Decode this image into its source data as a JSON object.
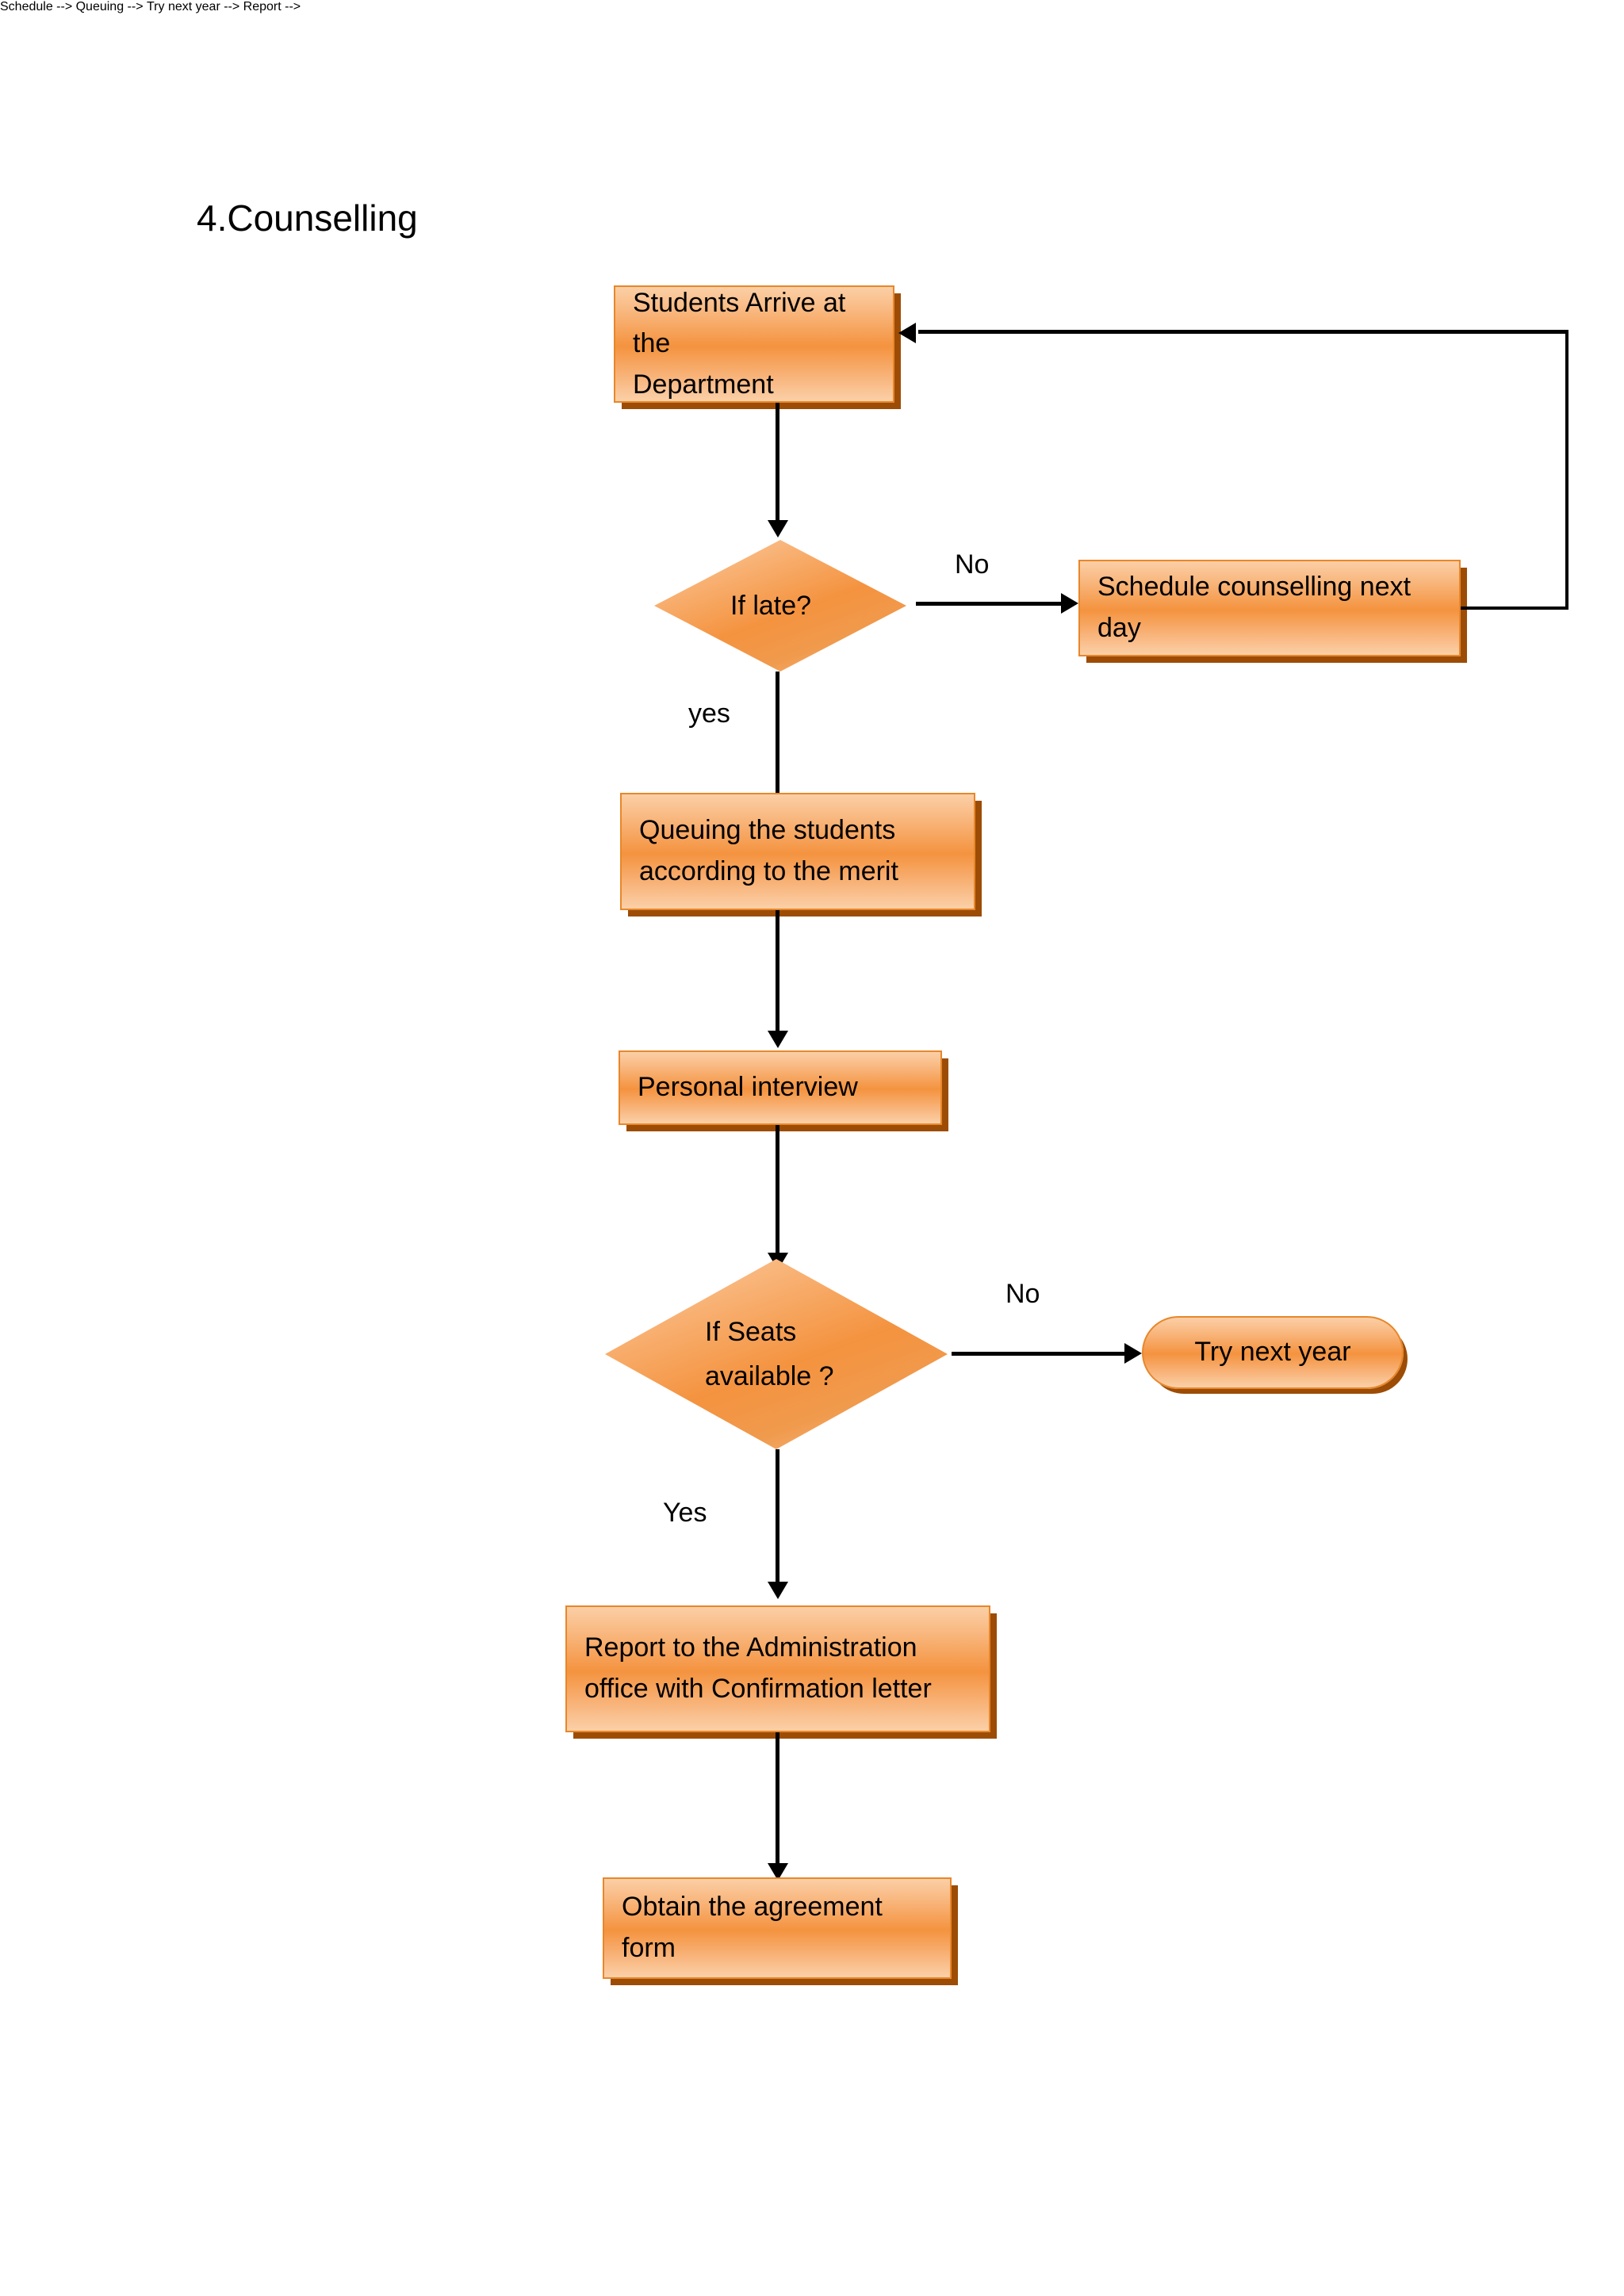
{
  "page": {
    "title": "4.Counselling",
    "background_color": "#ffffff"
  },
  "theme": {
    "node_fill_light": "#fbcfa6",
    "node_fill_mid": "#f4933f",
    "node_border": "#e8872a",
    "node_shadow": "#9d4c05",
    "connector_color": "#000000",
    "text_color": "#000000"
  },
  "chart_data": {
    "type": "flowchart",
    "title": "4.Counselling",
    "orientation": "top-to-bottom",
    "nodes": [
      {
        "id": "start",
        "shape": "process",
        "label": "Students Arrive at the Department"
      },
      {
        "id": "if_late",
        "shape": "decision",
        "label": "If late?"
      },
      {
        "id": "schedule",
        "shape": "process",
        "label": "Schedule counselling next day"
      },
      {
        "id": "queue",
        "shape": "process",
        "label": "Queuing the students according to the merit"
      },
      {
        "id": "interview",
        "shape": "process",
        "label": "Personal interview"
      },
      {
        "id": "if_seats",
        "shape": "decision",
        "label": "If Seats available ?"
      },
      {
        "id": "try_next",
        "shape": "terminator-rounded",
        "label": "Try next year"
      },
      {
        "id": "report",
        "shape": "process",
        "label": "Report to the Administration office with Confirmation letter"
      },
      {
        "id": "agreement",
        "shape": "process",
        "label": "Obtain the agreement form"
      }
    ],
    "edges": [
      {
        "from": "start",
        "to": "if_late",
        "label": ""
      },
      {
        "from": "if_late",
        "to": "schedule",
        "label": "No"
      },
      {
        "from": "if_late",
        "to": "queue",
        "label": "yes"
      },
      {
        "from": "schedule",
        "to": "start",
        "label": "",
        "routing": "loop-right-up-left"
      },
      {
        "from": "queue",
        "to": "interview",
        "label": ""
      },
      {
        "from": "interview",
        "to": "if_seats",
        "label": ""
      },
      {
        "from": "if_seats",
        "to": "try_next",
        "label": "No"
      },
      {
        "from": "if_seats",
        "to": "report",
        "label": "Yes"
      },
      {
        "from": "report",
        "to": "agreement",
        "label": ""
      }
    ]
  },
  "nodes": {
    "start": {
      "line1": "Students Arrive at the",
      "line2": "Department"
    },
    "if_late": {
      "line1": "If late?"
    },
    "schedule": {
      "line1": "Schedule counselling next",
      "line2": "day"
    },
    "queue": {
      "line1": "Queuing the students",
      "line2": "according to the merit"
    },
    "interview": {
      "line1": "Personal interview"
    },
    "if_seats": {
      "line1": "If Seats",
      "line2": "available ?"
    },
    "try_next": {
      "line1": "Try next year"
    },
    "report": {
      "line1": "Report to the Administration",
      "line2": "office with Confirmation letter"
    },
    "agreement": {
      "line1": "Obtain the agreement",
      "line2": "form"
    }
  },
  "edge_labels": {
    "if_late_no": "No",
    "if_late_yes": "yes",
    "if_seats_no": "No",
    "if_seats_yes": "Yes"
  }
}
